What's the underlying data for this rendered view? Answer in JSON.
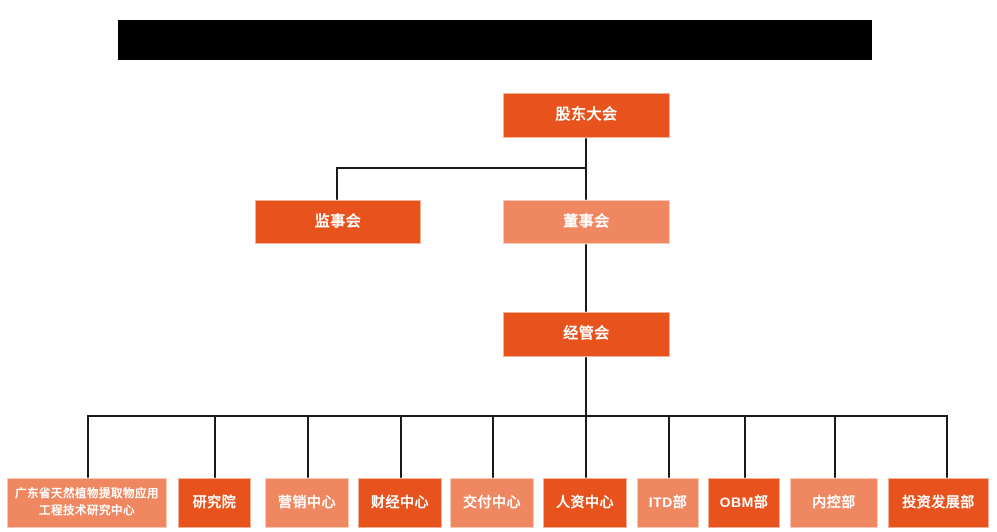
{
  "diagram": {
    "type": "organization-chart",
    "banner": {
      "label": "",
      "color": "#000000"
    },
    "colors": {
      "dark_orange": "#E8521C",
      "light_orange": "#EF8761",
      "line": "#1A1A1A",
      "text": "#FFFFFF",
      "background": "#FFFFFF"
    },
    "levels": [
      {
        "level": 1,
        "nodes": [
          {
            "id": "shareholders",
            "label": "股东大会",
            "shade": "dark"
          }
        ]
      },
      {
        "level": 2,
        "nodes": [
          {
            "id": "supervisors",
            "label": "监事会",
            "shade": "dark"
          },
          {
            "id": "directors",
            "label": "董事会",
            "shade": "light"
          }
        ]
      },
      {
        "level": 3,
        "nodes": [
          {
            "id": "management",
            "label": "经管会",
            "shade": "dark"
          }
        ]
      },
      {
        "level": 4,
        "nodes": [
          {
            "id": "research-center",
            "label": "广东省天然植物提取物应用工程技术研究中心",
            "shade": "light"
          },
          {
            "id": "research-institute",
            "label": "研究院",
            "shade": "dark"
          },
          {
            "id": "marketing-center",
            "label": "营销中心",
            "shade": "light"
          },
          {
            "id": "finance-center",
            "label": "财经中心",
            "shade": "dark"
          },
          {
            "id": "delivery-center",
            "label": "交付中心",
            "shade": "light"
          },
          {
            "id": "hr-center",
            "label": "人资中心",
            "shade": "dark"
          },
          {
            "id": "itd-dept",
            "label": "ITD部",
            "shade": "light"
          },
          {
            "id": "obm-dept",
            "label": "OBM部",
            "shade": "dark"
          },
          {
            "id": "internal-control-dept",
            "label": "内控部",
            "shade": "light"
          },
          {
            "id": "investment-development-dept",
            "label": "投资发展部",
            "shade": "dark"
          }
        ]
      }
    ]
  }
}
